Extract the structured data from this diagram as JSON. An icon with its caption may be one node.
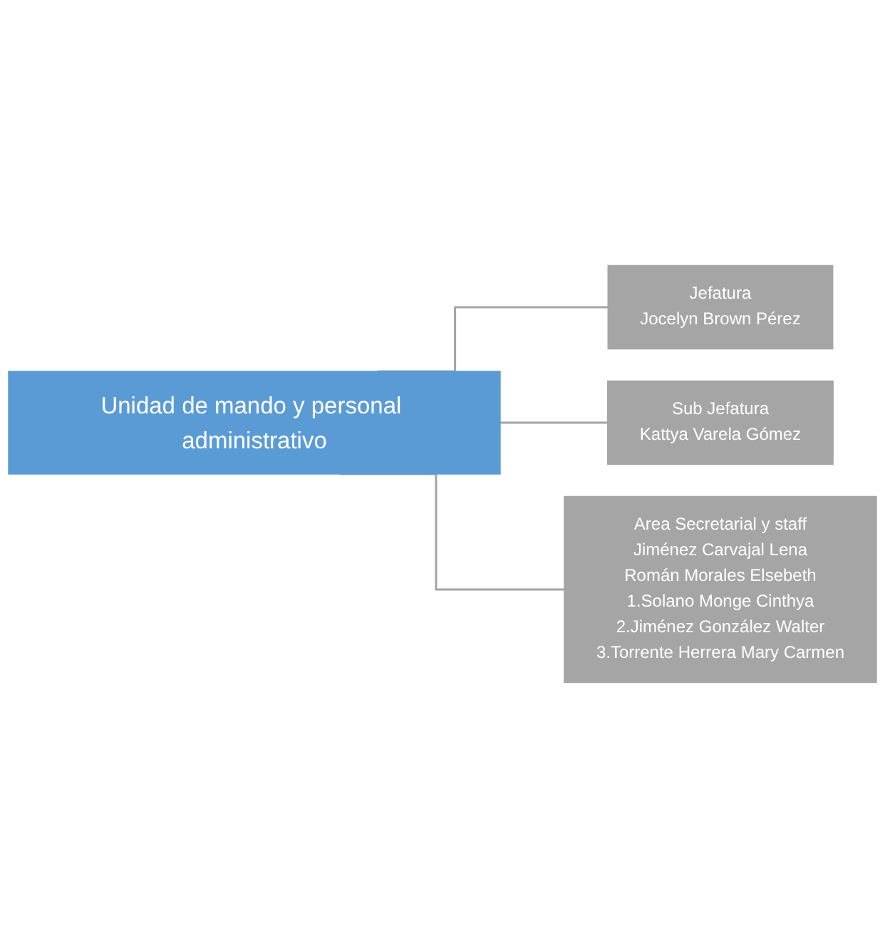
{
  "diagram": {
    "nodes": [
      {
        "text": [
          "Unidad de mando y personal administrativo"
        ]
      },
      {
        "text": [
          "Jefatura",
          "Jocelyn Brown Pérez"
        ]
      },
      {
        "text": [
          "Sub Jefatura",
          "Kattya Varela Gómez"
        ]
      },
      {
        "text": [
          "Area Secretarial y staff",
          "Jiménez Carvajal Lena",
          "Román Morales Elsebeth",
          "1.Solano Monge Cinthya",
          "2.Jiménez González Walter",
          "3.Torrente Herrera Mary Carmen"
        ]
      }
    ],
    "edges": [
      {
        "from": 0,
        "to": 1,
        "arrow": "none"
      },
      {
        "from": 0,
        "to": 2,
        "arrow": "none"
      },
      {
        "from": 0,
        "to": 3,
        "arrow": "none"
      }
    ]
  }
}
